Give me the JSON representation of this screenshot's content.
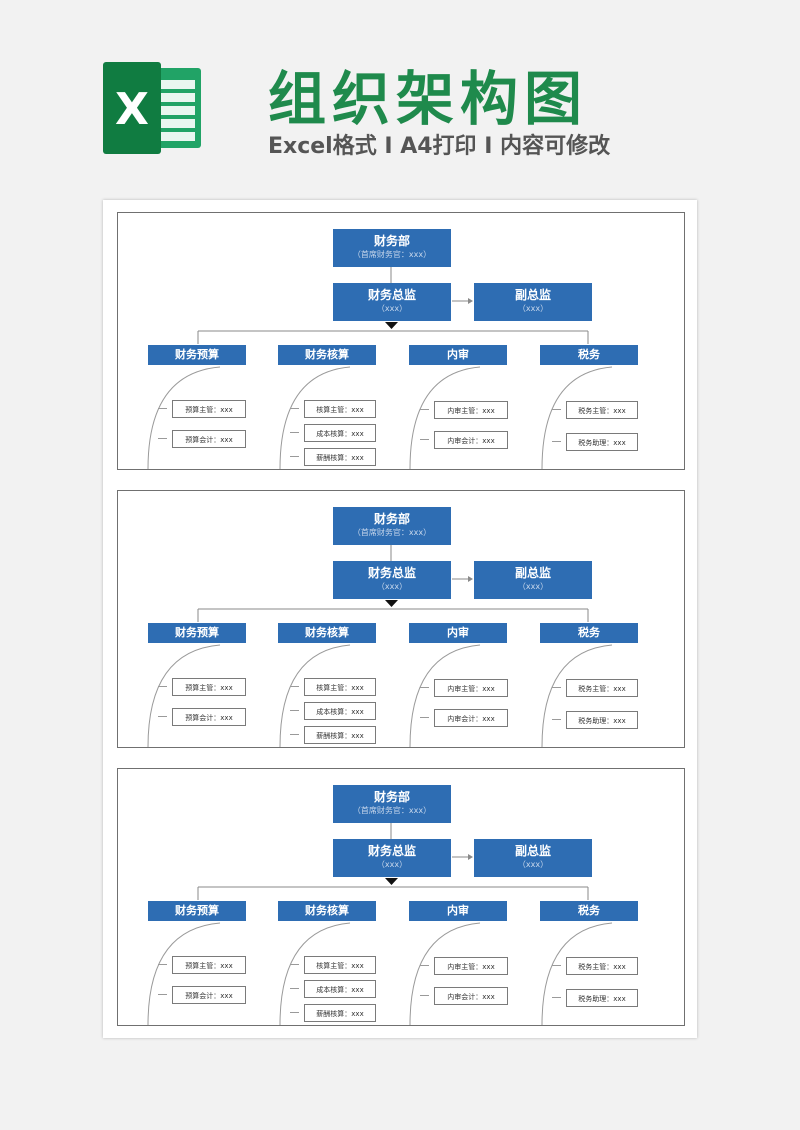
{
  "header": {
    "logo_letter": "X",
    "title": "组织架构图",
    "subtitle": "Excel格式 I A4打印 I 内容可修改"
  },
  "chart": {
    "root": {
      "title": "财务部",
      "sub": "（首席财务官：xxx）"
    },
    "director": {
      "title": "财务总监",
      "sub": "（xxx）"
    },
    "deputy": {
      "title": "副总监",
      "sub": "（xxx）"
    },
    "departments": [
      {
        "name": "财务预算",
        "roles": [
          "预算主管：xxx",
          "预算会计：xxx"
        ]
      },
      {
        "name": "财务核算",
        "roles": [
          "核算主管：xxx",
          "成本核算：xxx",
          "薪酬核算：xxx"
        ]
      },
      {
        "name": "内审",
        "roles": [
          "内审主管：xxx",
          "内审会计：xxx"
        ]
      },
      {
        "name": "税务",
        "roles": [
          "税务主管：xxx",
          "税务助理：xxx"
        ]
      }
    ]
  },
  "colors": {
    "brand_green": "#1f8a4c",
    "node_blue": "#2e6db3"
  }
}
